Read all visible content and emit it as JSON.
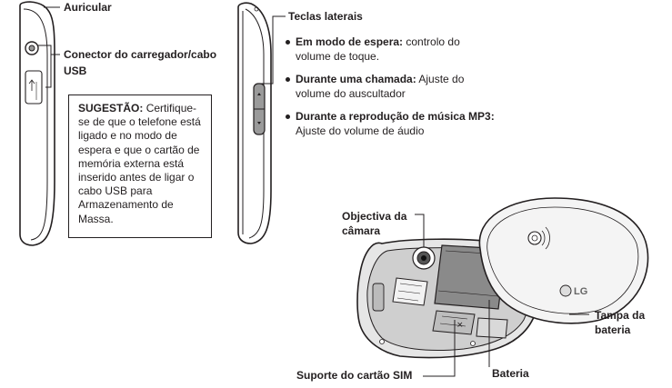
{
  "labels": {
    "earpiece": "Auricular",
    "charger_connector_line1": "Conector do carregador/cabo",
    "charger_connector_line2": "USB",
    "side_keys": "Teclas laterais",
    "camera_lens_line1": "Objectiva da",
    "camera_lens_line2": "câmara",
    "battery_cover_line1": "Tampa da",
    "battery_cover_line2": "bateria",
    "sim_holder": "Suporte do cartão SIM",
    "battery": "Bateria"
  },
  "tip": {
    "title": "SUGESTÃO:",
    "text": "Certifique-se de que o telefone está ligado e no modo de espera e que o cartão de memória externa está inserido antes de ligar o cabo USB para Armazenamento de Massa."
  },
  "side_key_functions": [
    {
      "title": "Em modo de espera:",
      "line1": "controlo do",
      "line2": "volume de toque."
    },
    {
      "title": "Durante uma chamada:",
      "line1": "Ajuste do",
      "line2": "volume do auscultador"
    },
    {
      "title": "Durante a reprodução de música MP3:",
      "line1": "",
      "line2": "Ajuste do volume de áudio"
    }
  ],
  "logo": "LG"
}
